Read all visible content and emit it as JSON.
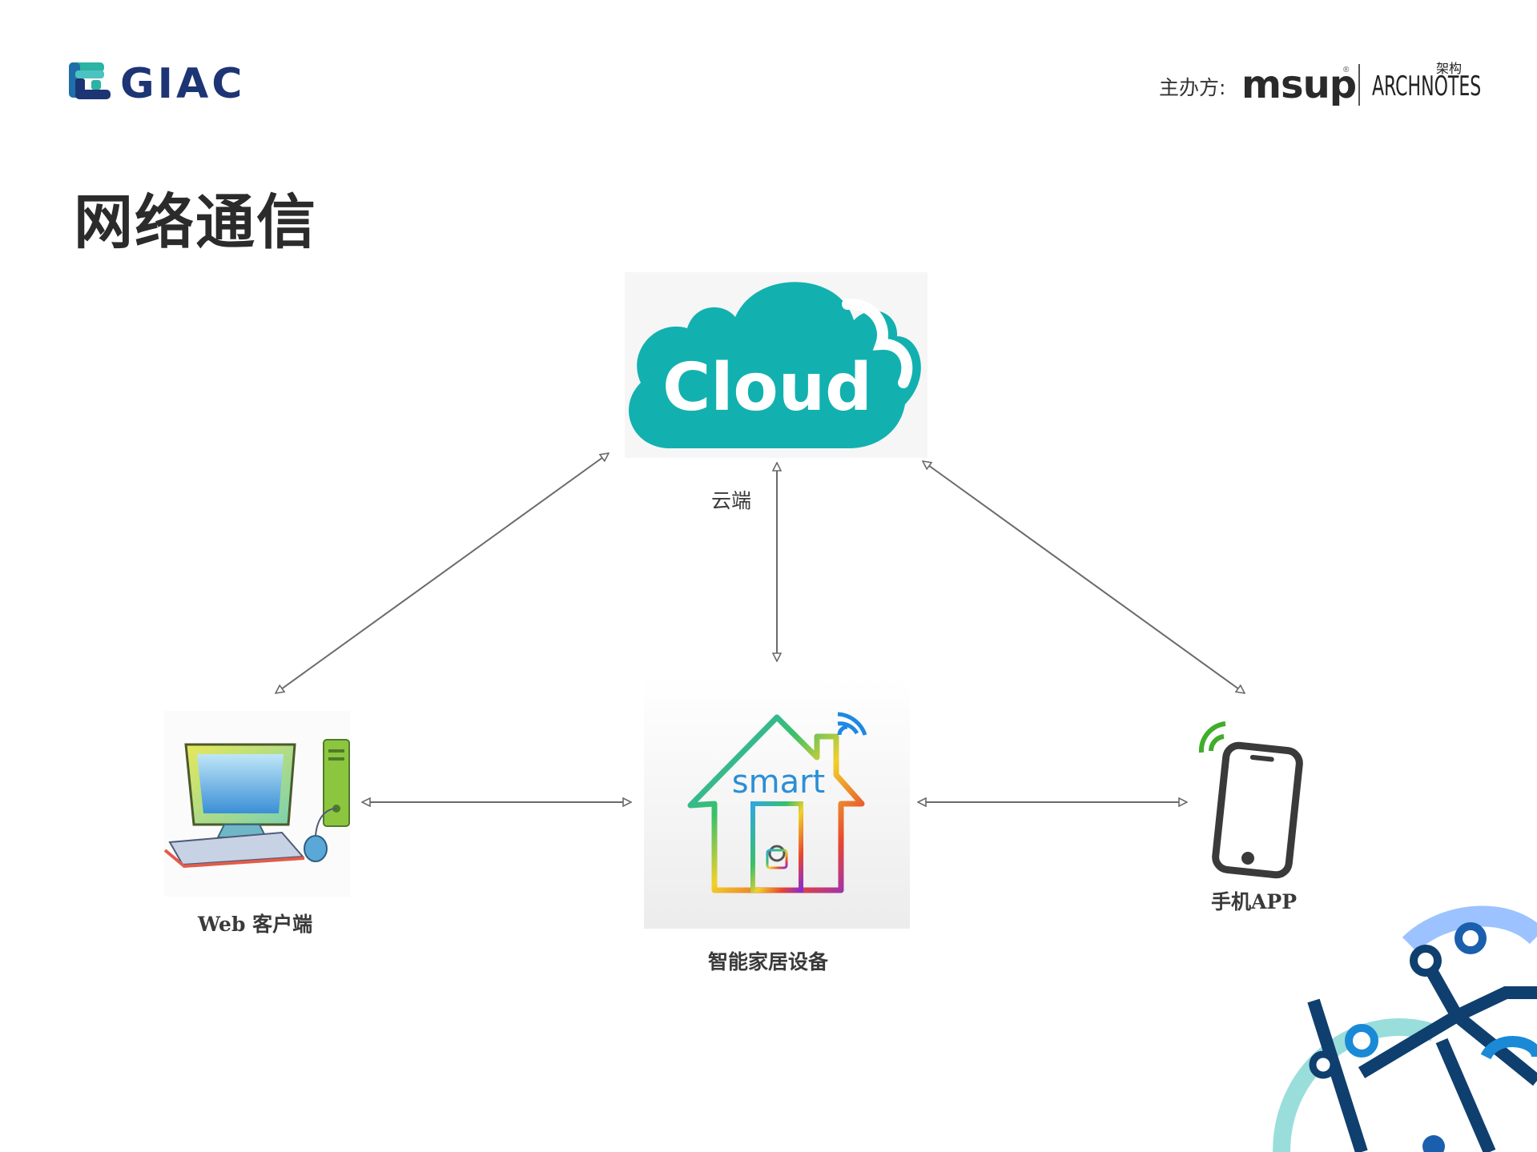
{
  "header": {
    "logo_text": "GIAC",
    "organizer_label": "主办方:",
    "sponsor_msup": "msup",
    "sponsor_msup_reg": "®",
    "sponsor_archnotes": "ARCHNOTES",
    "sponsor_archnotes_cn": "架构"
  },
  "page": {
    "title": "网络通信"
  },
  "diagram": {
    "cloud_image_text": "Cloud",
    "cloud_label": "云端",
    "web_label": "Web 客户端",
    "smart_image_text": "smart",
    "smart_label": "智能家居设备",
    "phone_label": "手机APP"
  },
  "colors": {
    "cloud": "#12b1b0",
    "brand_navy": "#1d3475",
    "arrow": "#6a6a6a"
  },
  "icons": [
    "giac-logo-icon",
    "cloud-icon",
    "desktop-computer-icon",
    "smart-house-icon",
    "smartphone-icon",
    "wifi-icon",
    "decorative-molecule-icon"
  ]
}
